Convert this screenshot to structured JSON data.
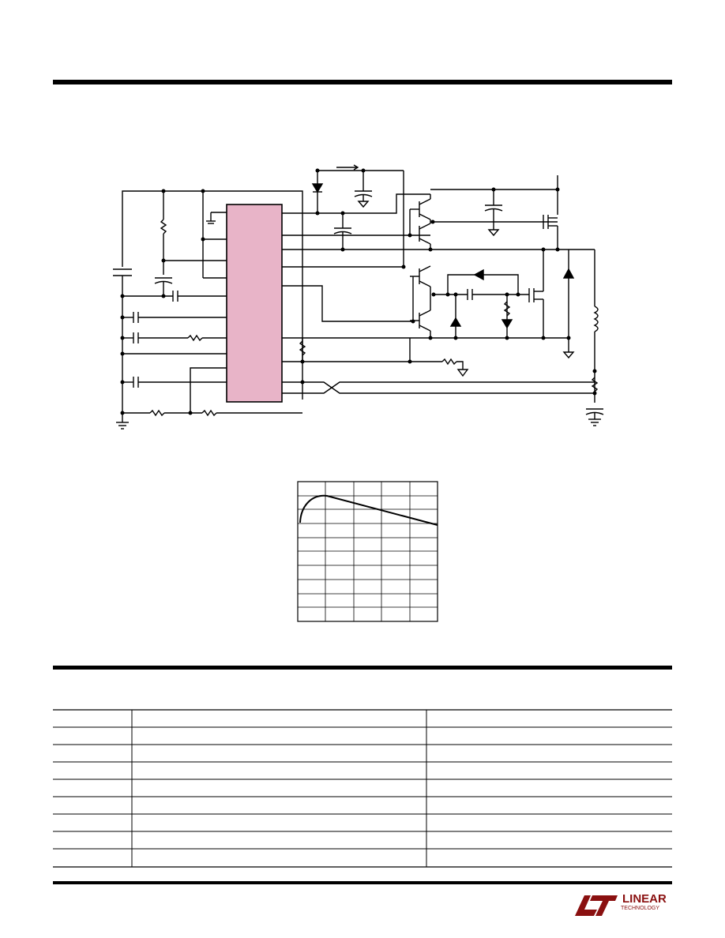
{
  "document": {
    "section_rules": 3
  },
  "schematic": {
    "ic_fill_color": "#e8b4c8",
    "wire_color": "#000000"
  },
  "graph": {
    "grid_columns": 5,
    "grid_rows": 10,
    "curve": "rise-then-linear-decline"
  },
  "table": {
    "columns": 3,
    "rows": 9
  },
  "logo": {
    "brand_color": "#8a1010",
    "icon": "lt-logo-icon",
    "word": "LINEAR",
    "sub": "TECHNOLOGY"
  }
}
